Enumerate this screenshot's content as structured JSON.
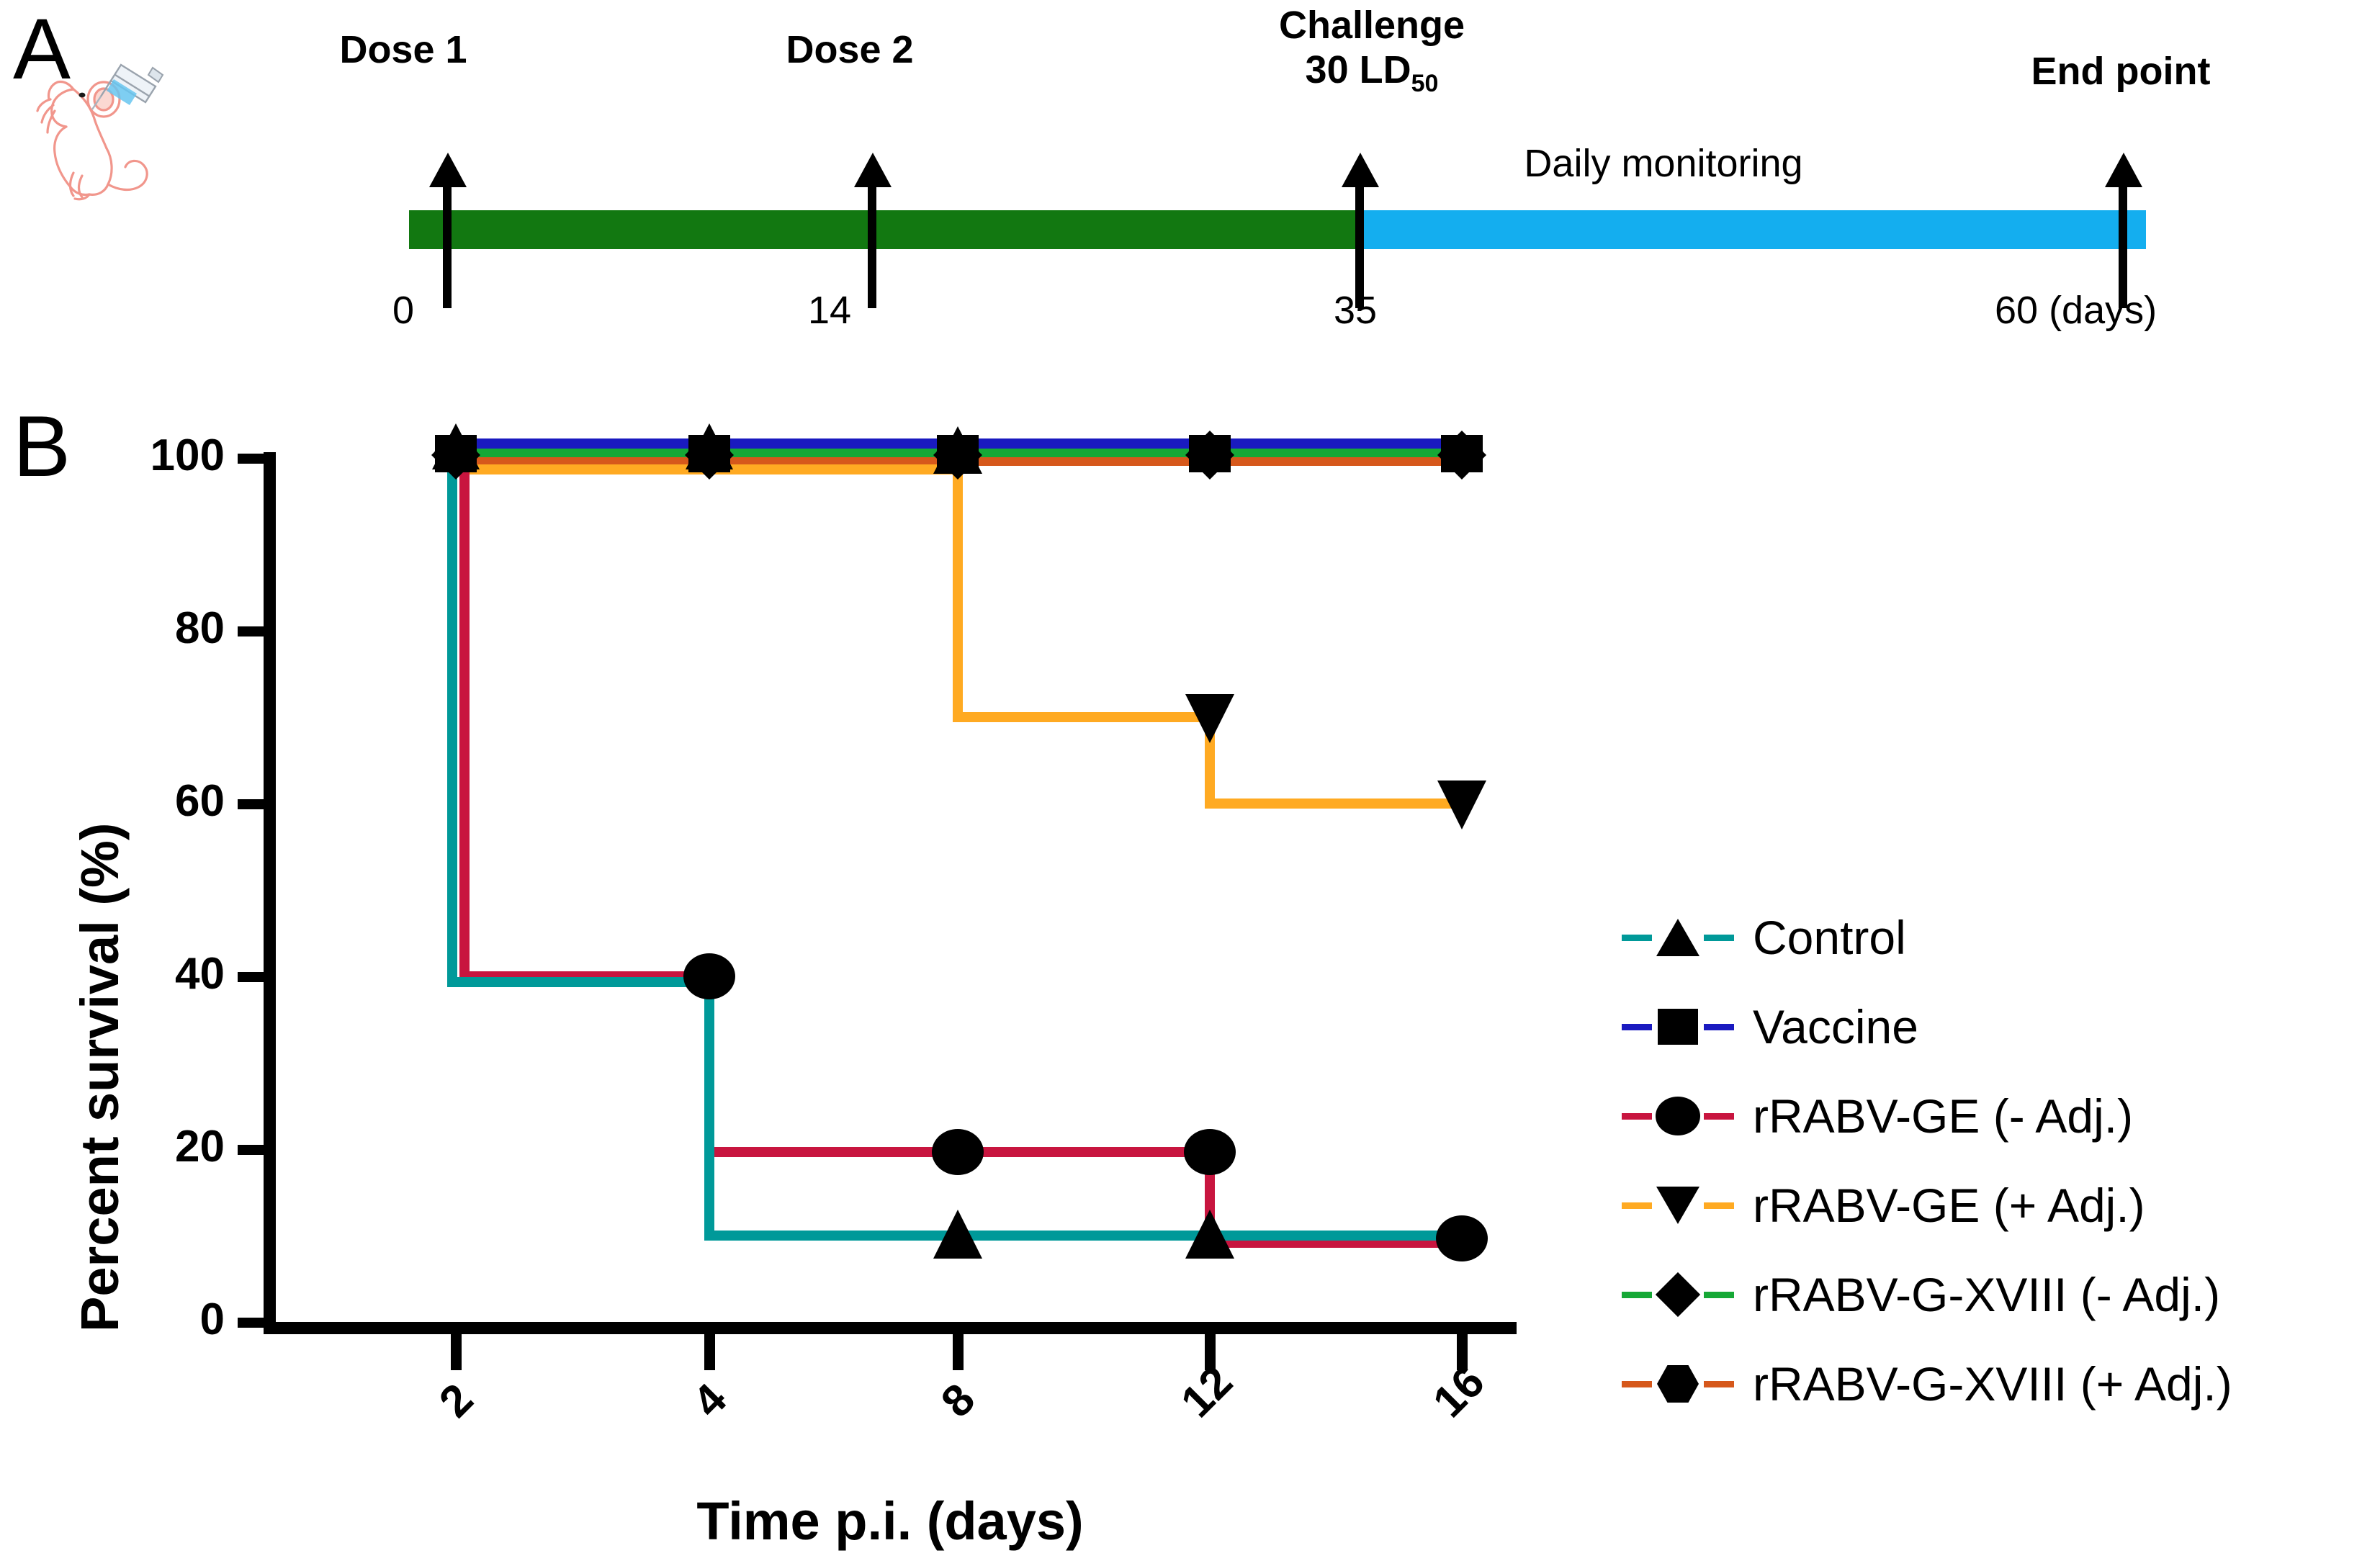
{
  "panels": {
    "a": {
      "letter": "A",
      "icon": "mouse-injection-icon",
      "timeline": {
        "events": [
          {
            "label": "Dose 1",
            "day": "0"
          },
          {
            "label": "Dose 2",
            "day": "14"
          },
          {
            "label_line1": "Challenge",
            "label_line2": "30 LD",
            "label_sub": "50",
            "day": "35"
          },
          {
            "label": "End point",
            "day": "60 (days)"
          }
        ],
        "phase_labels": [
          "Daily monitoring"
        ],
        "bar_colors": {
          "immunization": "#127811",
          "monitoring": "#14AEEF"
        }
      }
    },
    "b": {
      "letter": "B"
    }
  },
  "chart_data": {
    "type": "line",
    "title": "",
    "xlabel": "Time p.i. (days)",
    "ylabel": "Percent survival (%)",
    "x": [
      2,
      4,
      8,
      12,
      16
    ],
    "xtick_labels": [
      "2",
      "4",
      "8",
      "12",
      "16"
    ],
    "ytick_labels": [
      "0",
      "20",
      "40",
      "60",
      "80",
      "100"
    ],
    "yticks": [
      0,
      20,
      40,
      60,
      80,
      100
    ],
    "ylim": [
      0,
      105
    ],
    "xlim": [
      0,
      18
    ],
    "grid": false,
    "legend_position": "right",
    "step": "post",
    "series": [
      {
        "name": "Control",
        "marker": "triangle-up",
        "color": "#009999",
        "values": [
          40,
          10,
          10,
          10,
          10
        ]
      },
      {
        "name": "Vaccine",
        "marker": "square",
        "color": "#1A1AC0",
        "values": [
          100,
          100,
          100,
          100,
          100
        ]
      },
      {
        "name": "rRABV-GE (- Adj.)",
        "marker": "circle",
        "color": "#C8153F",
        "values": [
          40,
          20,
          20,
          20,
          10
        ]
      },
      {
        "name": "rRABV-GE (+ Adj.)",
        "marker": "triangle-down",
        "color": "#FFAA22",
        "values": [
          100,
          100,
          100,
          70,
          60
        ]
      },
      {
        "name": "rRABV-G-XVIII (- Adj.)",
        "marker": "diamond",
        "color": "#16A836",
        "values": [
          100,
          100,
          100,
          100,
          100
        ]
      },
      {
        "name": "rRABV-G-XVIII (+ Adj.)",
        "marker": "hexagon",
        "color": "#D6581B",
        "values": [
          100,
          100,
          100,
          100,
          100
        ]
      }
    ]
  }
}
